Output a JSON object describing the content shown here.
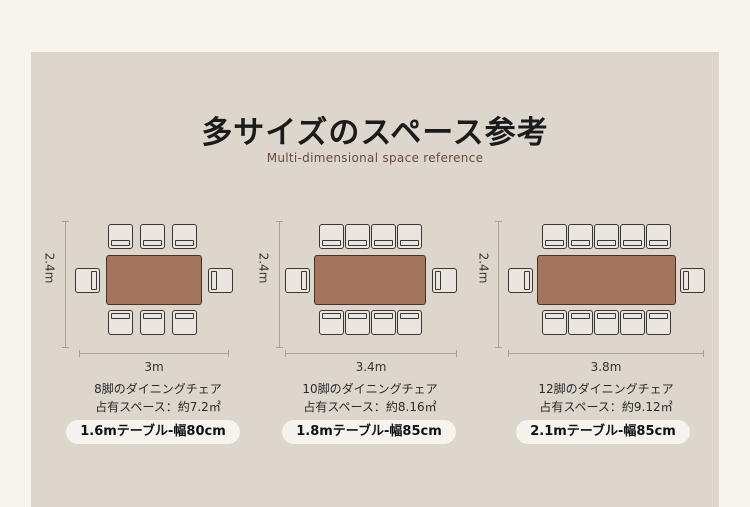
{
  "header": {
    "title": "多サイズのスペース参考",
    "subtitle": "Multi-dimensional space reference"
  },
  "layouts": [
    {
      "seats_label": "8脚のダイニングチェア",
      "area_label": "占有スペース：約7.2㎡",
      "width_label": "3m",
      "depth_label": "2.4m",
      "table_label": "1.6mテーブル-幅80cm"
    },
    {
      "seats_label": "10脚のダイニングチェア",
      "area_label": "占有スペース：約8.16㎡",
      "width_label": "3.4m",
      "depth_label": "2.4m",
      "table_label": "1.8mテーブル-幅85cm"
    },
    {
      "seats_label": "12脚のダイニングチェア",
      "area_label": "占有スペース：約9.12㎡",
      "width_label": "3.8m",
      "depth_label": "2.4m",
      "table_label": "2.1mテーブル-幅85cm"
    }
  ],
  "colors": {
    "panel": "#ddd6cc",
    "table": "#a4755e",
    "chair": "#eae5df"
  }
}
